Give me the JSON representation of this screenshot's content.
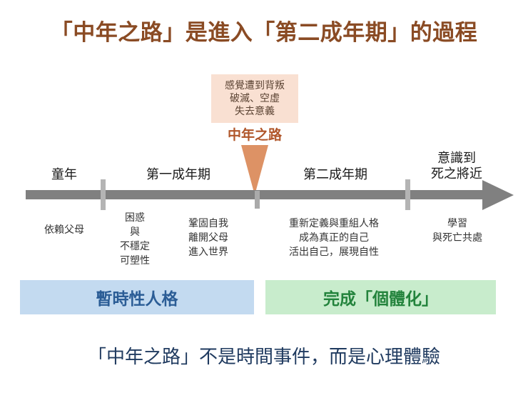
{
  "slide": {
    "title": "「中年之路」是進入「第二成年期」的過程",
    "caption": "「中年之路」不是時間事件，而是心理體驗"
  },
  "crisis_callout": {
    "lines": [
      "感覺遭到背叛",
      "破滅、空虛",
      "失去意義"
    ],
    "label": "中年之路"
  },
  "timeline": {
    "eras": [
      {
        "label": "童年"
      },
      {
        "label": "第一成年期"
      },
      {
        "label": "第二成年期"
      },
      {
        "label_line1": "意識到",
        "label_line2": "死之將近"
      }
    ],
    "stages": [
      {
        "lines": [
          "依賴父母"
        ]
      },
      {
        "lines": [
          "困惑",
          "與",
          "不穩定",
          "可塑性"
        ]
      },
      {
        "lines": [
          "鞏固自我",
          "離開父母",
          "進入世界"
        ]
      },
      {
        "lines": [
          "重新定義與重組人格",
          "成為真正的自己",
          "活出自己，展現自性"
        ]
      },
      {
        "lines": [
          "學習",
          "與死亡共處"
        ]
      }
    ]
  },
  "summary_bars": [
    {
      "label": "暫時性人格"
    },
    {
      "label": "完成「個體化」"
    }
  ],
  "colors": {
    "title_brown": "#8a4b24",
    "crisis_box_pink": "#f9e0d2",
    "crisis_label_orange": "#b0562a",
    "funnel_terracotta": "#dd9265",
    "axis_gray": "#808080",
    "tick_gray": "#b4b4b4",
    "bar_blue_bg": "#c3daf0",
    "bar_blue_text": "#2b5d96",
    "bar_green_bg": "#c8eccc",
    "bar_green_text": "#23833c",
    "caption_navy": "#1f3a5f"
  }
}
